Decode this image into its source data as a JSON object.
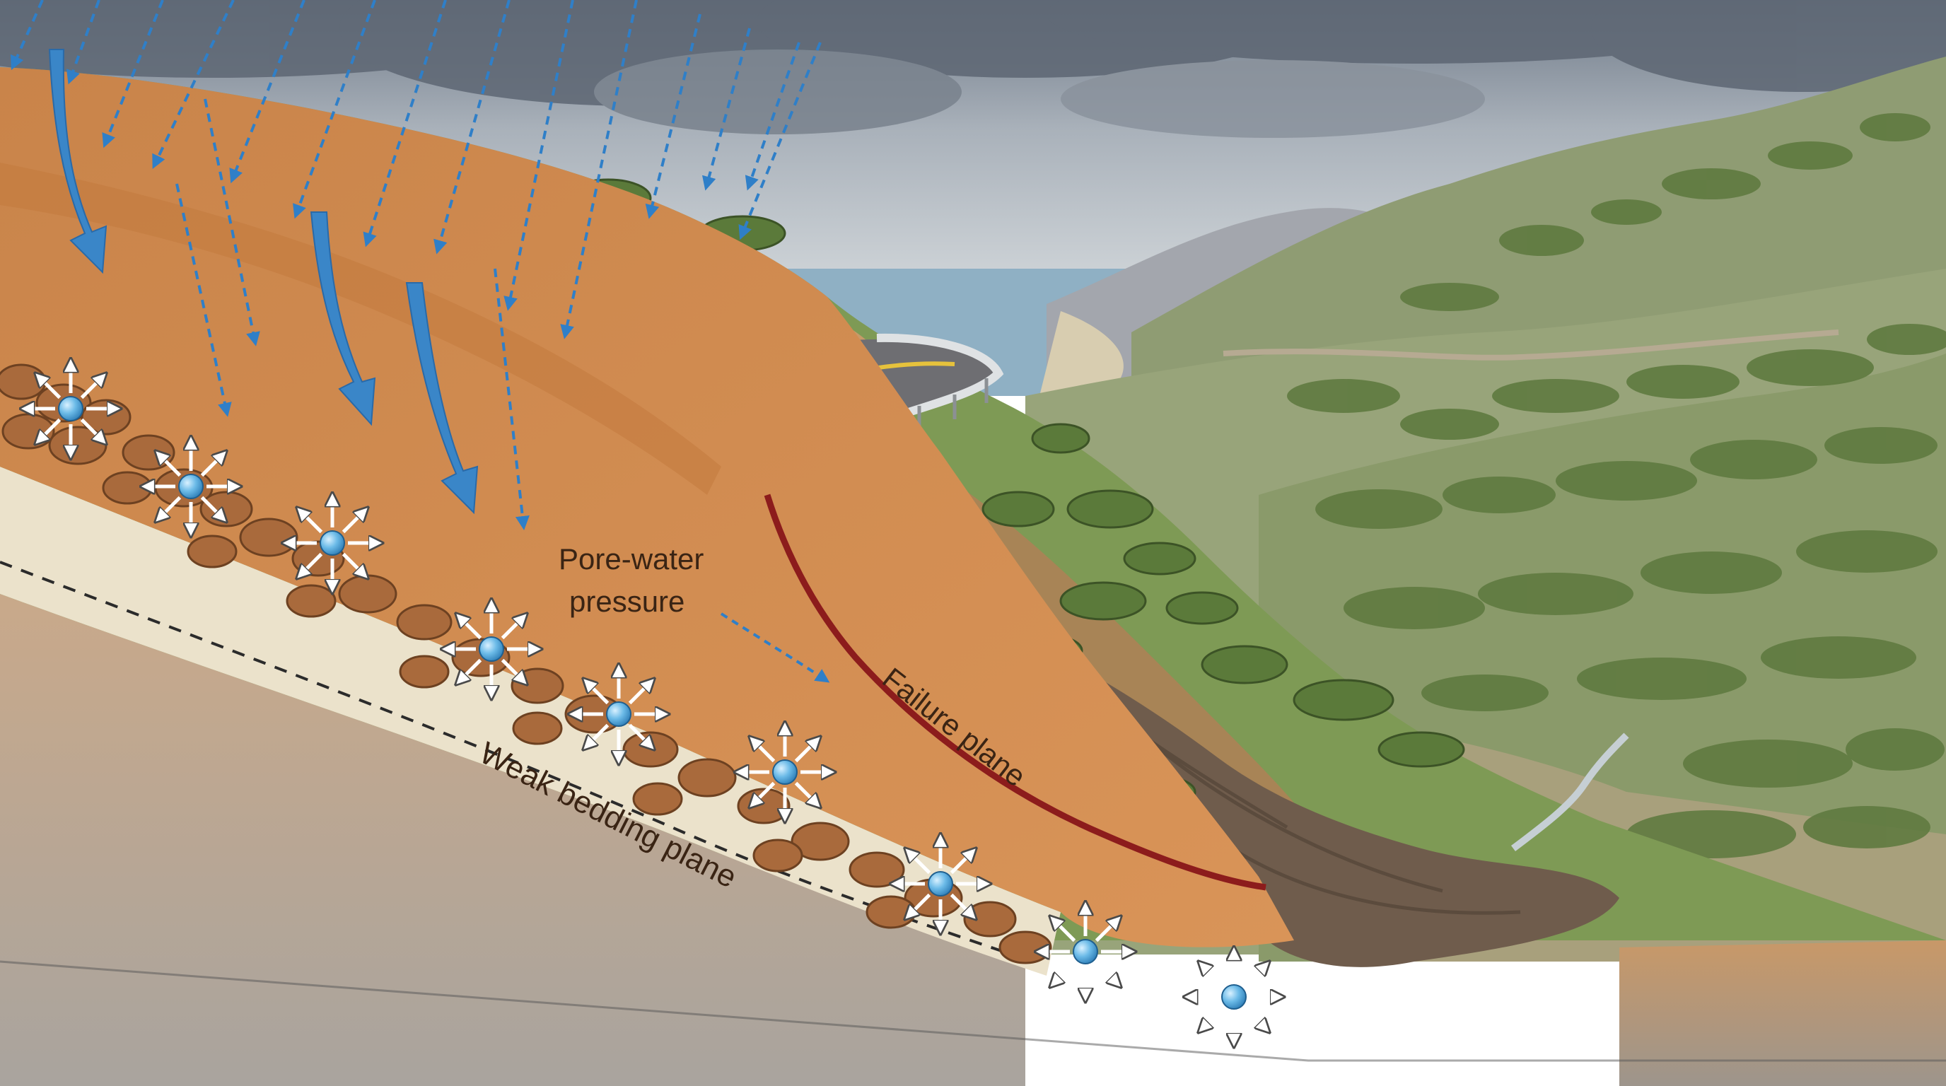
{
  "labels": {
    "pore_water_line1": "Pore-water",
    "pore_water_line2": "pressure",
    "failure_plane": "Failure plane",
    "weak_bedding_plane": "Weak bedding plane"
  },
  "colors": {
    "sky_top": "#7c8794",
    "sky_bottom": "#dfe4e6",
    "sea": "#8fb0c4",
    "distant_mountain": "#9aa0a8",
    "mountain_green": "#8d9e6f",
    "vegetation": "#5e7e3e",
    "soil_orange": "#d08a4e",
    "soil_dark": "#b86c34",
    "bedding_layer": "#ece3cc",
    "bedrock": "#c6a586",
    "boulder": "#a86a3e",
    "road": "#6f6f72",
    "road_line": "#e8c23a",
    "failure_plane": "#8c1c1c",
    "debris": "#6e5a4a",
    "water_arrow": "#3a86c8",
    "pressure_particle": "#69b8e6",
    "label_text": "#3a2414"
  },
  "icons": {
    "rain": "dashed-blue-arrow",
    "infiltration": "curved-blue-arrow",
    "pore_pressure": "blue-particle-with-radial-white-arrows"
  }
}
